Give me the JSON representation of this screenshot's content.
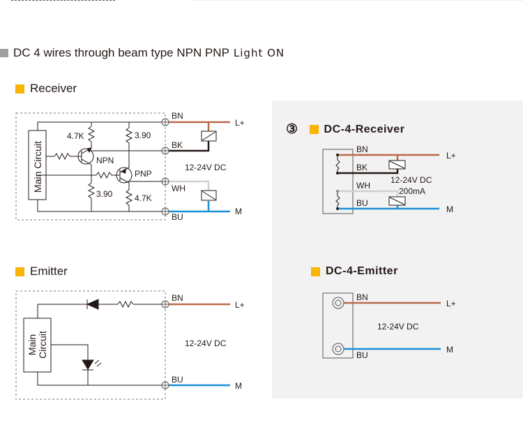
{
  "page_title": {
    "text": "DC 4 wires through beam type NPN PNP",
    "suffix": "Light ON"
  },
  "receiver": {
    "title": "Receiver",
    "main_circuit": "Main Circuit",
    "components": {
      "r1": "4.7K",
      "r2": "3.90",
      "r3": "3.90",
      "r4": "4.7K",
      "npn": "NPN",
      "pnp": "PNP"
    },
    "wires": {
      "bn": "BN",
      "bk": "BK",
      "wh": "WH",
      "bu": "BU"
    },
    "terminals": {
      "plus": "L+",
      "minus": "M"
    },
    "voltage": "12-24V DC"
  },
  "emitter": {
    "title": "Emitter",
    "main_circuit_line1": "Main",
    "main_circuit_line2": "Circuit",
    "wires": {
      "bn": "BN",
      "bu": "BU"
    },
    "terminals": {
      "plus": "L+",
      "minus": "M"
    },
    "voltage": "12-24V DC"
  },
  "dc4_receiver": {
    "index_mark": "③",
    "title": "DC-4-Receiver",
    "wires": {
      "bn": "BN",
      "bk": "BK",
      "wh": "WH",
      "bu": "BU"
    },
    "terminals": {
      "plus": "L+",
      "minus": "M"
    },
    "voltage": "12-24V DC",
    "current": "200mA"
  },
  "dc4_emitter": {
    "title": "DC-4-Emitter",
    "wires": {
      "bn": "BN",
      "bu": "BU"
    },
    "terminals": {
      "plus": "L+",
      "minus": "M"
    },
    "voltage": "12-24V DC"
  },
  "colors": {
    "brown": "#b9694a",
    "black": "#231815",
    "white_wire": "#d0d0d0",
    "blue": "#1b8fd6",
    "accent": "#f8b400",
    "panel": "#f2f2f2"
  }
}
